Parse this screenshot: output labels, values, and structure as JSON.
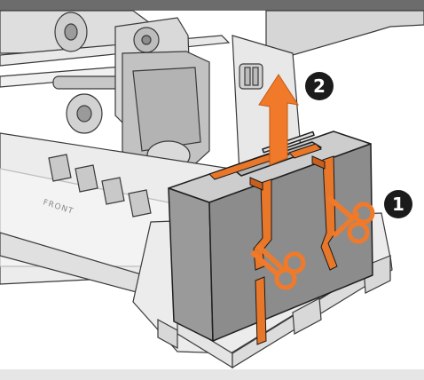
{
  "steps": [
    {
      "number": "1",
      "action": "cut-straps"
    },
    {
      "number": "2",
      "action": "lift-box"
    }
  ],
  "machine_label": "FRONT",
  "colors": {
    "accent": "#f07a2a",
    "strap": "#e9772a",
    "box": "#8f8f8f",
    "box_dark": "#6f6f6f",
    "box_top": "#c9c9c9",
    "machine": "#dcdcdc",
    "line": "#2a2a2a",
    "header": "#6c6c6c",
    "badge": "#1b1b1b"
  },
  "icons": {
    "scissors_1": "scissors-icon",
    "scissors_2": "scissors-icon",
    "lift_arrow": "arrow-up-icon"
  }
}
